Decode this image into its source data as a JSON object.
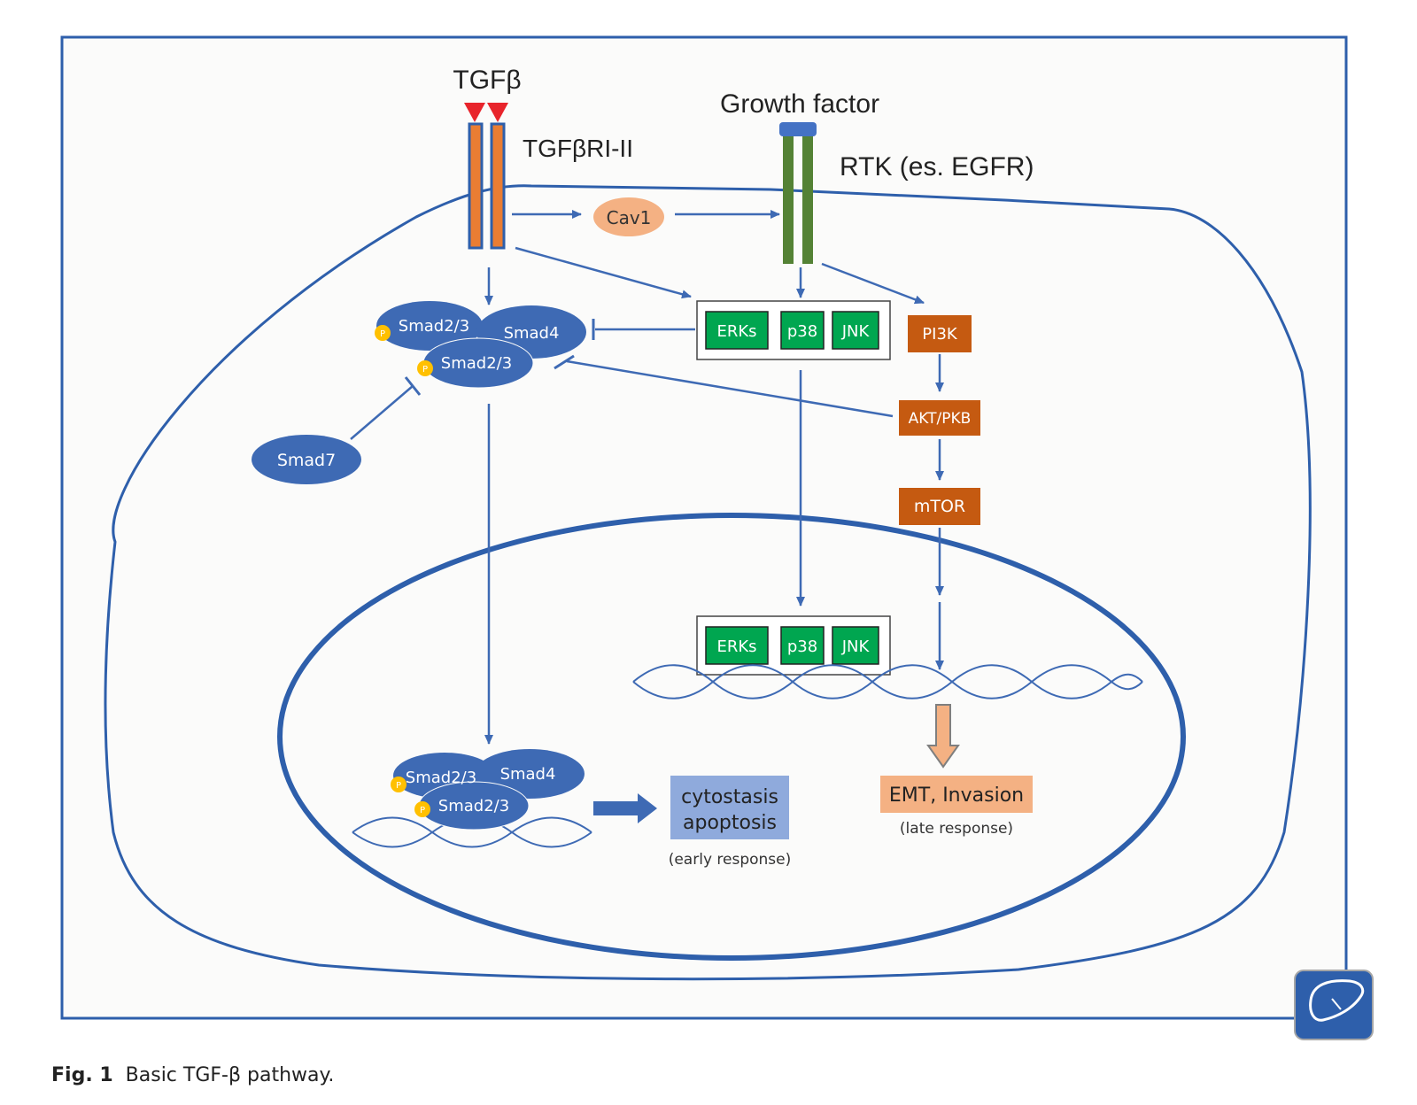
{
  "figure": {
    "caption_label": "Fig. 1",
    "caption_text": "Basic TGF-β pathway."
  },
  "receptors": {
    "tgfb_ligand": "TGFβ",
    "tgfb_receptor": "TGFβRI-II",
    "growth_factor": "Growth factor",
    "rtk": "RTK (es. EGFR)"
  },
  "cytoplasm": {
    "cav1": "Cav1",
    "smad23_top": "Smad2/3",
    "smad4": "Smad4",
    "smad23_bottom": "Smad2/3",
    "smad7": "Smad7",
    "phospho": "P",
    "mapk": [
      "ERKs",
      "p38",
      "JNK"
    ],
    "pi3k": "PI3K",
    "akt": "AKT/PKB",
    "mtor": "mTOR"
  },
  "nucleus": {
    "mapk": [
      "ERKs",
      "p38",
      "JNK"
    ],
    "smad23_top": "Smad2/3",
    "smad4": "Smad4",
    "smad23_bottom": "Smad2/3",
    "early_outcome_line1": "cytostasis",
    "early_outcome_line2": "apoptosis",
    "early_note": "(early response)",
    "late_outcome": "EMT, Invasion",
    "late_note": "(late response)"
  },
  "colors": {
    "membrane": "#2e5fab",
    "smad": "#3e6ab4",
    "tgfb_receptor": "#ea7d33",
    "ligand": "#e8242b",
    "rtk": "#548235",
    "mapk_box": "#00a650",
    "pi3k_box": "#c55a11",
    "cav1": "#f4b183",
    "phospho": "#ffc000",
    "early_box": "#8faadc",
    "late_box": "#f4b183"
  }
}
